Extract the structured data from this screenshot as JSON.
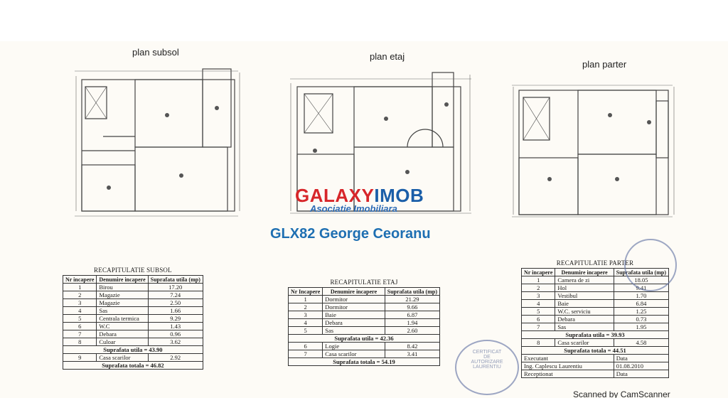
{
  "plans": {
    "subsol": "plan subsol",
    "etaj": "plan etaj",
    "parter": "plan parter"
  },
  "watermark": {
    "logo_a": "GALAXY",
    "logo_b": "IMOB",
    "tagline": "Asociatie Imobiliara",
    "agent": "GLX82 George Ceoranu"
  },
  "tables": {
    "subsol": {
      "caption": "RECAPITULATIE SUBSOL",
      "headers": [
        "Nr incapere",
        "Denumire incapere",
        "Suprafata utila (mp)"
      ],
      "rows": [
        [
          "1",
          "Birou",
          "17.20"
        ],
        [
          "2",
          "Magazie",
          "7.24"
        ],
        [
          "3",
          "Magazie",
          "2.50"
        ],
        [
          "4",
          "Sas",
          "1.66"
        ],
        [
          "5",
          "Centrala termica",
          "9.29"
        ],
        [
          "6",
          "W.C",
          "1.43"
        ],
        [
          "7",
          "Debara",
          "0.96"
        ],
        [
          "8",
          "Culoar",
          "3.62"
        ]
      ],
      "sum_util": "Suprafata utila = 43.90",
      "extra_rows": [
        [
          "9",
          "Casa scarilor",
          "2.92"
        ]
      ],
      "sum_total": "Suprafata totala = 46.82"
    },
    "etaj": {
      "caption": "RECAPITULATIE ETAJ",
      "headers": [
        "Nr Incapere",
        "Denumire incapere",
        "Suprafata utila (mp)"
      ],
      "rows": [
        [
          "1",
          "Dormitor",
          "21.29"
        ],
        [
          "2",
          "Dormitor",
          "9.66"
        ],
        [
          "3",
          "Baie",
          "6.87"
        ],
        [
          "4",
          "Debara",
          "1.94"
        ],
        [
          "5",
          "Sas",
          "2.60"
        ]
      ],
      "sum_util": "Suprafata utila = 42.36",
      "extra_rows": [
        [
          "6",
          "Logie",
          "8.42"
        ],
        [
          "7",
          "Casa scarilor",
          "3.41"
        ]
      ],
      "sum_total": "Suprafata totala = 54.19"
    },
    "parter": {
      "caption": "RECAPITULATIE PARTER",
      "headers": [
        "Nr incapere",
        "Denumire incapere",
        "Suprafata utila (mp)"
      ],
      "rows": [
        [
          "1",
          "Camera de zi",
          "18.05"
        ],
        [
          "2",
          "Hol",
          "9.41"
        ],
        [
          "3",
          "Vestibul",
          "1.70"
        ],
        [
          "4",
          "Baie",
          "6.84"
        ],
        [
          "5",
          "W.C. serviciu",
          "1.25"
        ],
        [
          "6",
          "Debara",
          "0.73"
        ],
        [
          "7",
          "Sas",
          "1.95"
        ]
      ],
      "sum_util": "Suprafata utila = 39.93",
      "extra_rows": [
        [
          "8",
          "Casa scarilor",
          "4.58"
        ]
      ],
      "sum_total": "Suprafata totala = 44.51",
      "sign": {
        "executant_label": "Executant",
        "data_label": "Data",
        "executant_name": "Ing. Caplescu Laurentiu",
        "executant_date": "01.08.2010",
        "receptionat_label": "Receptionat",
        "data_label2": "Data"
      }
    }
  },
  "stamp": {
    "line1": "CERTIFICAT",
    "line2": "DE",
    "line3": "AUTORIZARE",
    "line4": "LAURENTIU"
  },
  "footer": "Scanned by CamScanner"
}
